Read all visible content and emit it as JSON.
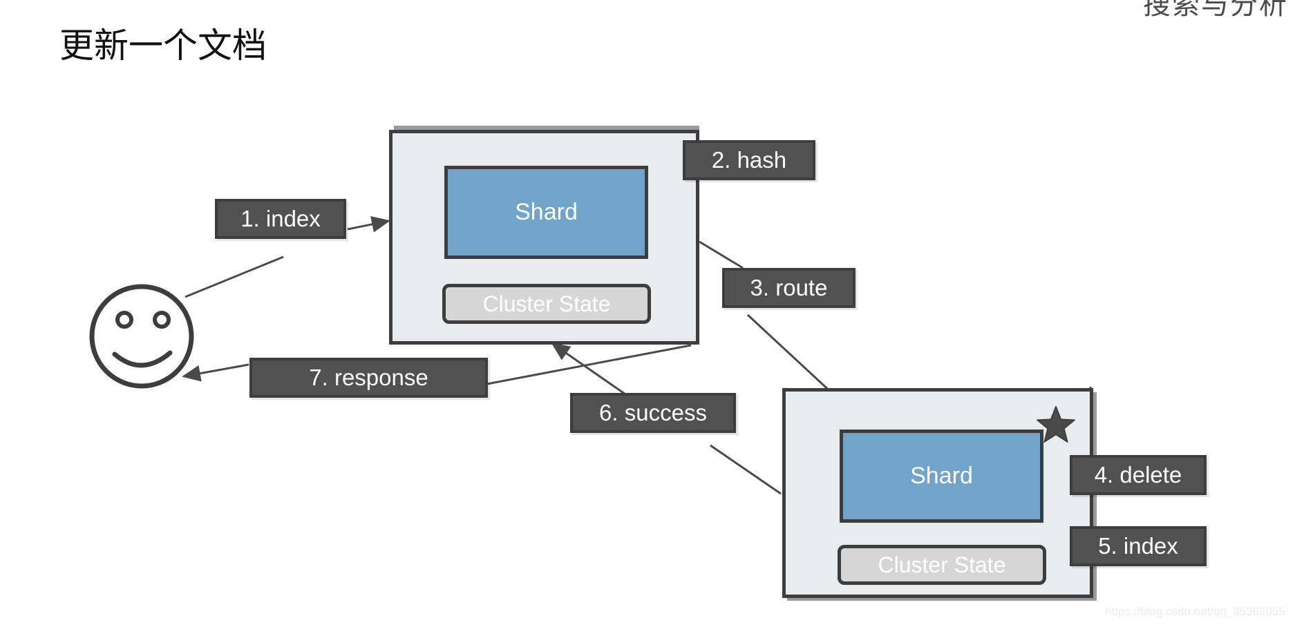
{
  "page": {
    "title": "更新一个文档",
    "corner_text": "搜索与分析",
    "watermark": "https://blog.csdn.net/qq_35362055",
    "background": "#FFFFFF"
  },
  "colors": {
    "node_fill": "#E8ECEE",
    "node_stroke": "#3D3D3D",
    "shard_fill": "#72A4CA",
    "cluster_state_fill": "#D6D6D6",
    "label_fill": "#515151",
    "label_text": "#FFFFFF",
    "connector": "#4A4A4A"
  },
  "actor": {
    "name": "smiley-face",
    "label": ""
  },
  "nodes": [
    {
      "id": "node-1",
      "shard_label": "Shard",
      "cluster_state_label": "Cluster State",
      "is_primary": false
    },
    {
      "id": "node-2",
      "shard_label": "Shard",
      "cluster_state_label": "Cluster State",
      "is_primary": true,
      "badge": "star"
    }
  ],
  "steps": [
    {
      "id": "step-1",
      "label": "1. index"
    },
    {
      "id": "step-2",
      "label": "2. hash"
    },
    {
      "id": "step-3",
      "label": "3. route"
    },
    {
      "id": "step-4",
      "label": "4. delete"
    },
    {
      "id": "step-5",
      "label": "5. index"
    },
    {
      "id": "step-6",
      "label": "6. success"
    },
    {
      "id": "step-7",
      "label": "7. response"
    }
  ]
}
